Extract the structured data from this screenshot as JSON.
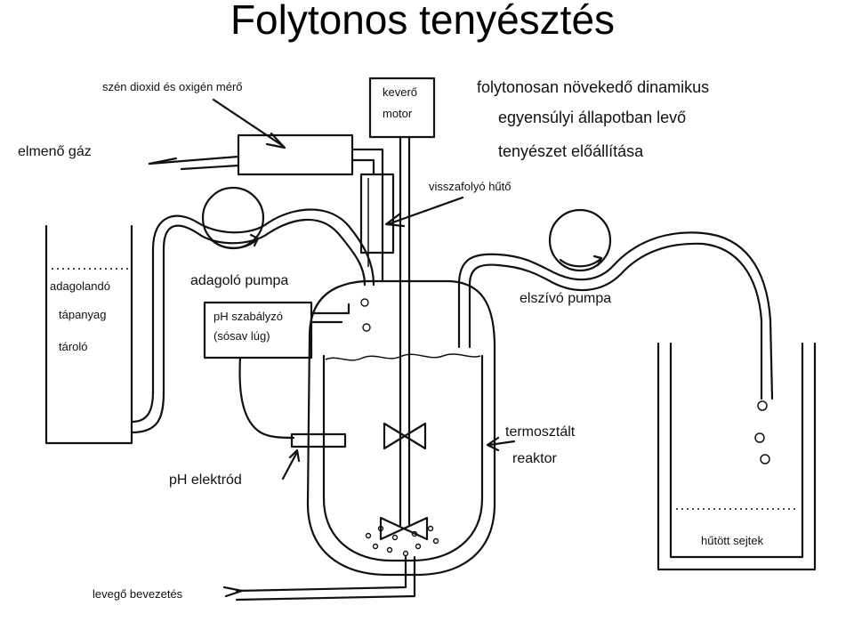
{
  "title": "Folytonos tenyésztés",
  "description_lines": [
    "folytonosan növekedő dinamikus",
    "egyensúlyi állapotban levő",
    "tenyészet előállítása"
  ],
  "labels": {
    "gas_meter": "szén dioxid és oxigén mérő",
    "exhaust_gas": "elmenő gáz",
    "mixer_line1": "keverő",
    "mixer_line2": "motor",
    "reflux_cooler": "visszafolyó hűtő",
    "feed_pump": "adagoló pumpa",
    "feed_tank_line1": "adagolandó",
    "feed_tank_line2": "tápanyag",
    "feed_tank_line3": "tároló",
    "ph_controller_line1": "pH szabályzó",
    "ph_controller_line2": "(sósav lúg)",
    "suction_pump": "elszívó pumpa",
    "thermostated_line1": "termosztált",
    "thermostated_line2": "reaktor",
    "ph_electrode": "pH elektród",
    "air_inlet": "levegő bevezetés",
    "cooled_cells": "hűtött sejtek"
  }
}
